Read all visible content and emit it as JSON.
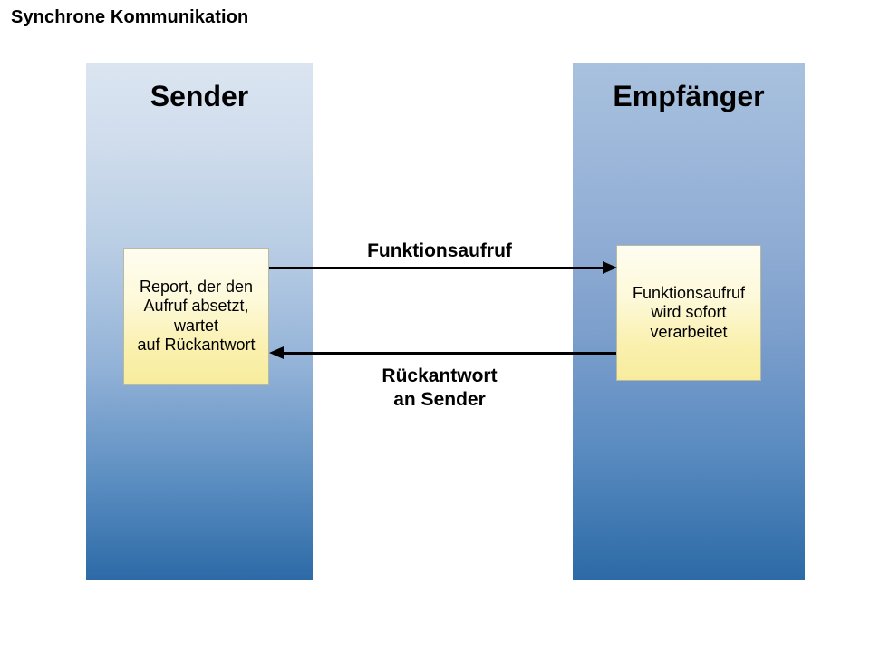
{
  "diagram": {
    "title": "Synchrone Kommunikation",
    "type": "sequence-diagram",
    "background_color": "#ffffff",
    "lifelines": [
      {
        "id": "sender",
        "title": "Sender",
        "gradient_top_color": "#dbe5f1",
        "gradient_bottom_color": "#2c6aa6",
        "note": {
          "text": "Report, der den\nAufruf absetzt,\nwartet\nauf Rückantwort",
          "fill_top_color": "#fefdf0",
          "fill_bottom_color": "#f7ec9d",
          "border_color": "#b9b9a0"
        }
      },
      {
        "id": "receiver",
        "title": "Empfänger",
        "gradient_top_color": "#a8c1de",
        "gradient_bottom_color": "#2c6aa6",
        "note": {
          "text": "Funktionsaufruf\nwird sofort\nverarbeitet",
          "fill_top_color": "#fefdf0",
          "fill_bottom_color": "#f7ec9d",
          "border_color": "#b9b9a0"
        }
      }
    ],
    "messages": [
      {
        "id": "call",
        "label": "Funktionsaufruf",
        "direction": "sender-to-receiver",
        "line_color": "#000000"
      },
      {
        "id": "reply",
        "label": "Rückantwort\nan Sender",
        "direction": "receiver-to-sender",
        "line_color": "#000000"
      }
    ]
  }
}
